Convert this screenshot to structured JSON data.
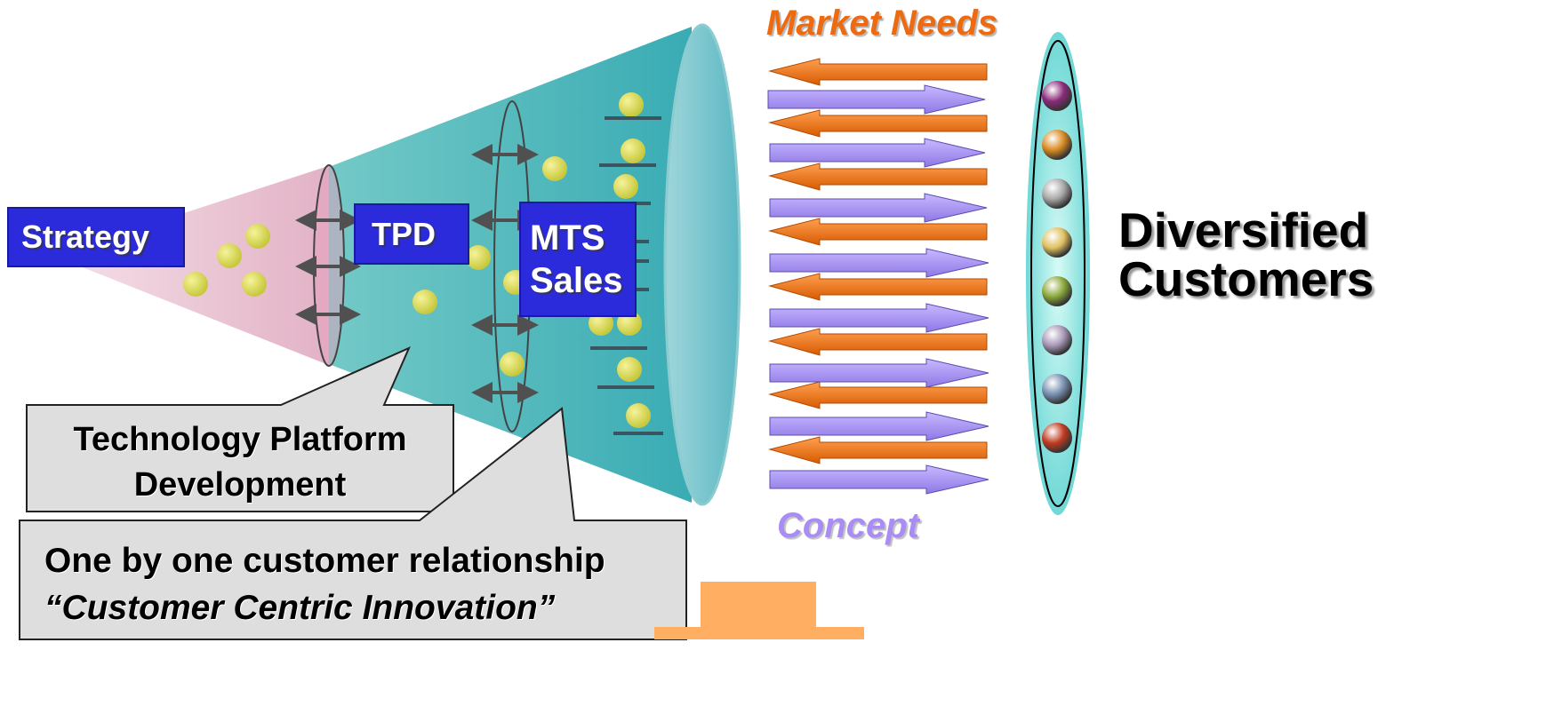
{
  "labels": {
    "strategy": "Strategy",
    "tpd": "TPD",
    "mts_line1": "MTS",
    "mts_line2": "Sales",
    "market_needs": "Market Needs",
    "concept": "Concept",
    "customers_line1": "Diversified",
    "customers_line2": "Customers"
  },
  "callouts": {
    "tpd_line1": "Technology Platform",
    "tpd_line2": "Development",
    "crm_line1": "One by one customer relationship",
    "crm_line2": "“Customer Centric Innovation”"
  },
  "colors": {
    "cone_pink": "#e7b9cb",
    "cone_teal": "#3fb4b8",
    "label_blue": "#2b2bdc",
    "market_orange": "#ee6a10",
    "concept_purple": "#a98cf4",
    "dot_yellow": "#d6d64a",
    "customer_ellipse": "#7de0d8",
    "bottom_arrow": "#ffaa5c"
  },
  "customer_dot_colors": [
    "#8a2a7a",
    "#d98a22",
    "#a8a8a8",
    "#e0c060",
    "#8aa83a",
    "#a898b8",
    "#7890b0",
    "#c03a20"
  ]
}
